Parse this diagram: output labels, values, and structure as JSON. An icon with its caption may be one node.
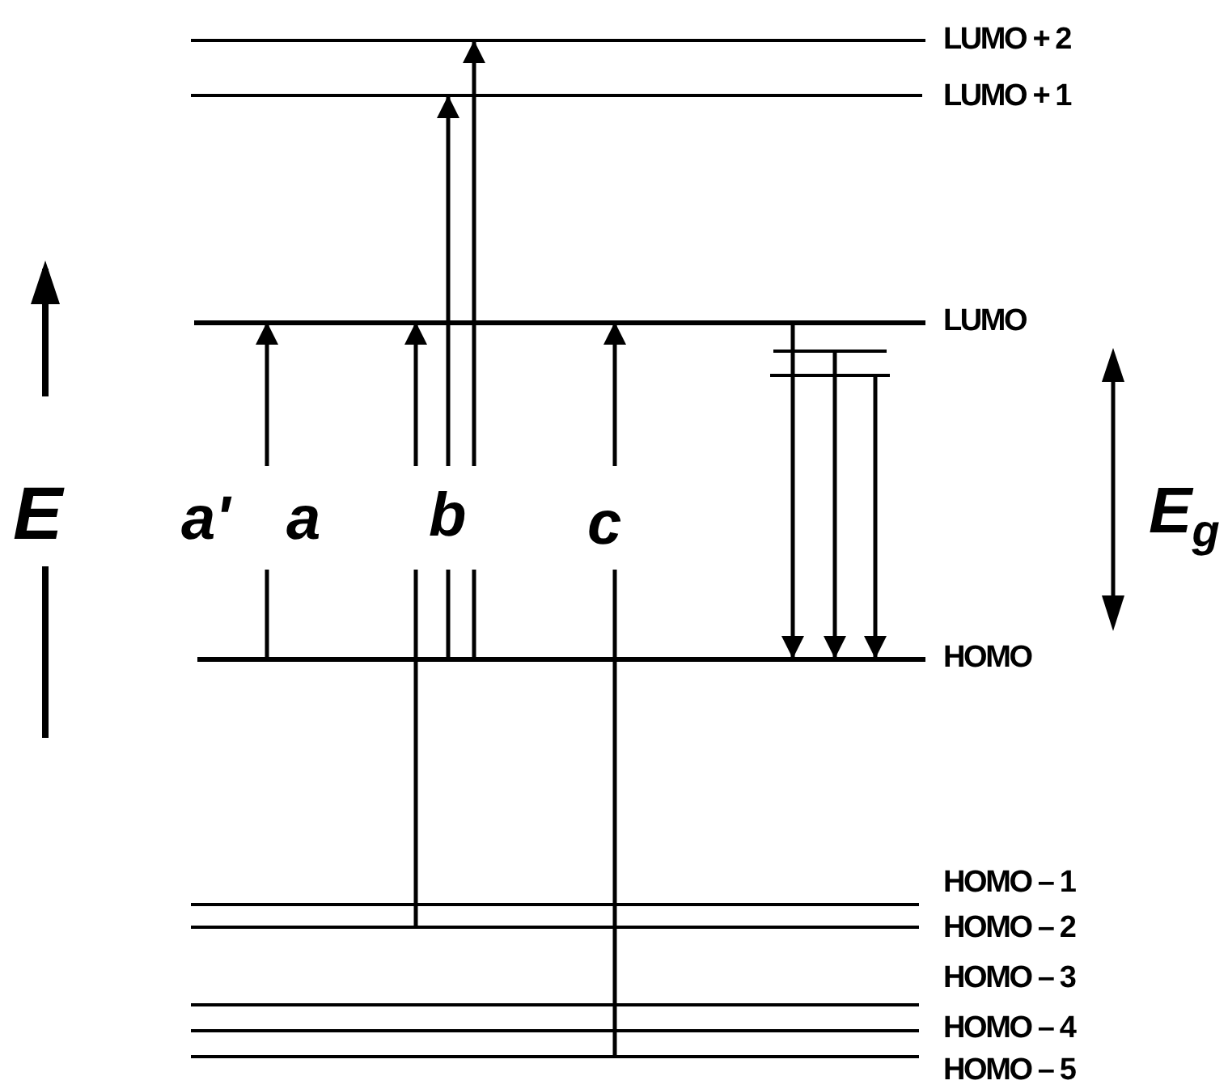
{
  "diagram": {
    "nodes": [
      {
        "text": [
          "LUMO + 2"
        ]
      },
      {
        "text": [
          "LUMO + 1"
        ]
      },
      {
        "text": [
          "LUMO"
        ]
      },
      {
        "text": [],
        "shape": "bar"
      },
      {
        "text": [],
        "shape": "bar"
      },
      {
        "text": [
          "HOMO"
        ]
      },
      {
        "text": [
          "HOMO – 1"
        ]
      },
      {
        "text": [
          "HOMO – 2"
        ]
      },
      {
        "text": [
          "HOMO – 3"
        ]
      },
      {
        "text": [
          "HOMO – 4"
        ]
      },
      {
        "text": [
          "HOMO – 5"
        ]
      }
    ],
    "edges": [
      {
        "from": 5,
        "to": 2,
        "arrow": "to"
      },
      {
        "from": 7,
        "to": 2,
        "arrow": "to"
      },
      {
        "from": 5,
        "to": 1,
        "arrow": "to"
      },
      {
        "from": 5,
        "to": 0,
        "arrow": "to"
      },
      {
        "from": 10,
        "to": 2,
        "arrow": "to"
      },
      {
        "from": 2,
        "to": 5,
        "arrow": "to"
      },
      {
        "from": 3,
        "to": 5,
        "arrow": "to"
      },
      {
        "from": 4,
        "to": 5,
        "arrow": "to"
      }
    ],
    "labels": [
      "E",
      "a'",
      "a",
      "b",
      "c",
      "E$_{g}$"
    ]
  }
}
